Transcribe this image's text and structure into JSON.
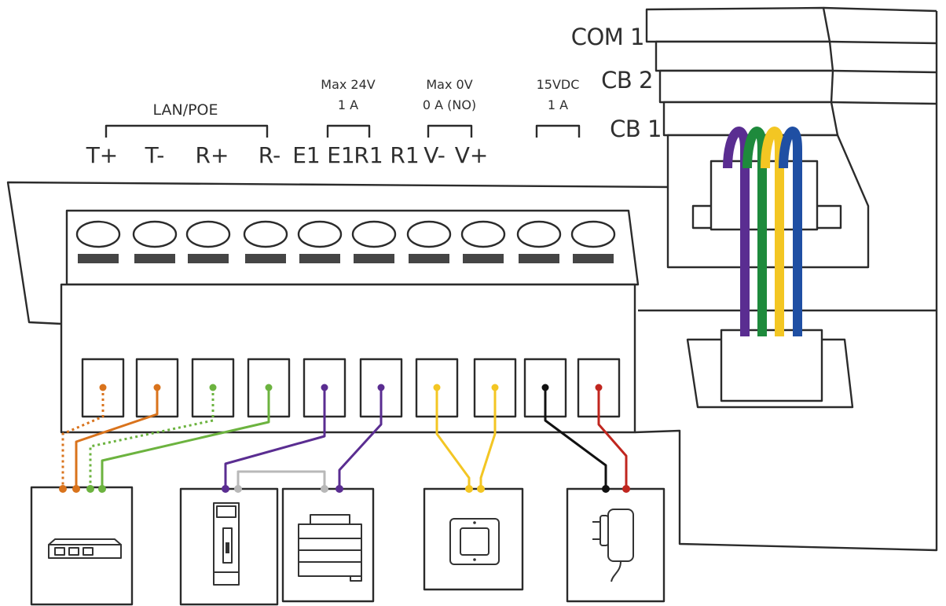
{
  "connectors": {
    "com1": "COM 1",
    "cb2": "CB 2",
    "cb1": "CB 1"
  },
  "groups": {
    "lan_poe": "LAN/POE",
    "group_a": {
      "line1": "Max 24V",
      "line2": "1 A"
    },
    "group_b": {
      "line1": "Max 0V",
      "line2": "0 A (NO)"
    },
    "group_c": {
      "line1": "15VDC",
      "line2": "1 A"
    }
  },
  "terminals": [
    "T+",
    "T-",
    "R+",
    "R-",
    "E1",
    "E1",
    "R1",
    "R1",
    "V-",
    "V+"
  ],
  "devices": [
    {
      "icon": "network-switch-icon"
    },
    {
      "icon": "door-strike-icon"
    },
    {
      "icon": "din-power-supply-icon"
    },
    {
      "icon": "push-button-icon"
    },
    {
      "icon": "power-adapter-icon"
    }
  ],
  "colors": {
    "orange": "#d9731c",
    "light_green": "#6cb33f",
    "purple": "#5a2d91",
    "yellow": "#f3c623",
    "black": "#111111",
    "red": "#c0261f",
    "gray": "#b8b8b8",
    "ribbon_green": "#1e8a3c",
    "blue": "#1f4fa3"
  }
}
